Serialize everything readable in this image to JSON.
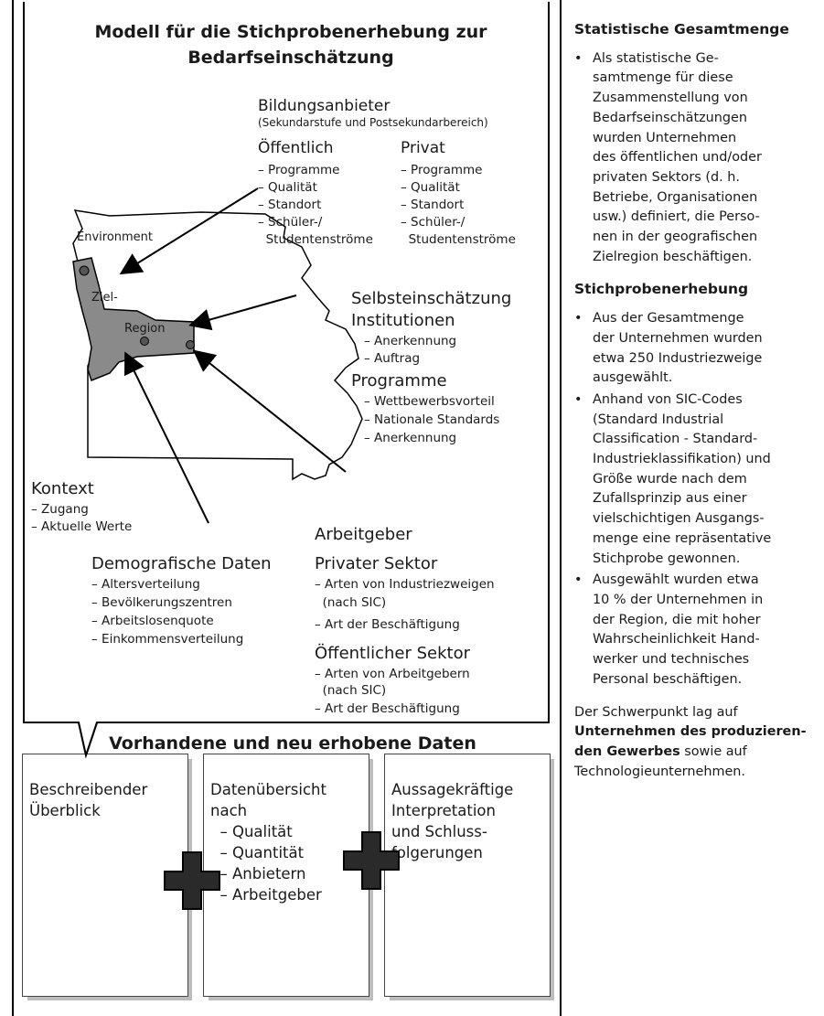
{
  "title": {
    "line1": "Modell für die Stichprobenerhebung zur",
    "line2": "Bedarfseinschätzung"
  },
  "map": {
    "environment": "Environment",
    "ziel": "Ziel-",
    "region": "Region"
  },
  "bildungsanbieter": {
    "heading": "Bildungsanbieter",
    "sub": "(Sekundarstufe und Postsekundarbereich)",
    "oeffentlich": {
      "heading": "Öffentlich",
      "items": [
        "– Programme",
        "– Qualität",
        "– Standort",
        "– Schüler-/",
        "  Studentenströme"
      ]
    },
    "privat": {
      "heading": "Privat",
      "items": [
        "– Programme",
        "– Qualität",
        "– Standort",
        "– Schüler-/",
        "  Studentenströme"
      ]
    }
  },
  "selbst": {
    "heading": "Selbsteinschätzung",
    "heading2": "Institutionen",
    "items": [
      "– Anerkennung",
      "– Auftrag"
    ]
  },
  "programme": {
    "heading": "Programme",
    "items": [
      "– Wettbewerbsvorteil",
      "– Nationale Standards",
      "– Anerkennung"
    ]
  },
  "kontext": {
    "heading": "Kontext",
    "items": [
      "– Zugang",
      "– Aktuelle Werte"
    ]
  },
  "demografie": {
    "heading": "Demografische Daten",
    "items": [
      "– Altersverteilung",
      "– Bevölkerungszentren",
      "– Arbeitslosenquote",
      "– Einkommensverteilung"
    ]
  },
  "arbeitgeber": {
    "heading": "Arbeitgeber",
    "privat_heading": "Privater Sektor",
    "privat_items": [
      "– Arten von Industriezweigen",
      "  (nach SIC)",
      "– Art der Beschäftigung"
    ],
    "oeff_heading": "Öffentlicher Sektor",
    "oeff_items": [
      "– Arten von Arbeitgebern",
      "  (nach SIC)",
      "– Art der Beschäftigung"
    ]
  },
  "daten_heading": "Vorhandene und neu erhobene Daten",
  "cards": {
    "c1": [
      "Beschreibender",
      "Überblick"
    ],
    "c2": [
      "Datenübersicht",
      "nach",
      "  – Qualität",
      "  – Quantität",
      "  – Anbietern",
      "  – Arbeitgeber"
    ],
    "c3": [
      "Aussagekräftige",
      "Interpretation",
      "und Schluss-",
      "folgerungen"
    ]
  },
  "sidebar": {
    "h1": "Statistische Gesamtmenge",
    "b1": [
      "Als statistische Ge-",
      "samtmenge für diese",
      "Zusammenstellung von",
      "Bedarfseinschätzungen",
      "wurden Unternehmen",
      "des öffentlichen und/oder",
      "privaten Sektors (d. h.",
      "Betriebe, Organisationen",
      "usw.) definiert, die Perso-",
      "nen in der geografischen",
      "Zielregion beschäftigen."
    ],
    "h2": "Stichprobenerhebung",
    "b2": [
      "Aus der Gesamtmenge",
      "der Unternehmen wurden",
      "etwa 250 Industriezweige",
      "ausgewählt."
    ],
    "b3": [
      "Anhand von SIC-Codes",
      "(Standard Industrial",
      "Classification - Standard-",
      "Industrieklassifikation) und",
      "Größe wurde nach dem",
      "Zufallsprinzip aus einer",
      "vielschichtigen Ausgangs-",
      "menge eine repräsentative",
      "Stichprobe gewonnen."
    ],
    "b4": [
      "Ausgewählt wurden etwa",
      "10 % der Unternehmen in",
      "der Region, die mit hoher",
      "Wahrscheinlichkeit Hand-",
      "werker und technisches",
      "Personal beschäftigen."
    ],
    "closing1": "Der Schwerpunkt lag auf",
    "closing_bold1": "Unternehmen des produzieren-",
    "closing_bold2": "den Gewerbes",
    "closing2": " sowie auf",
    "closing3": "Technologieunternehmen."
  }
}
